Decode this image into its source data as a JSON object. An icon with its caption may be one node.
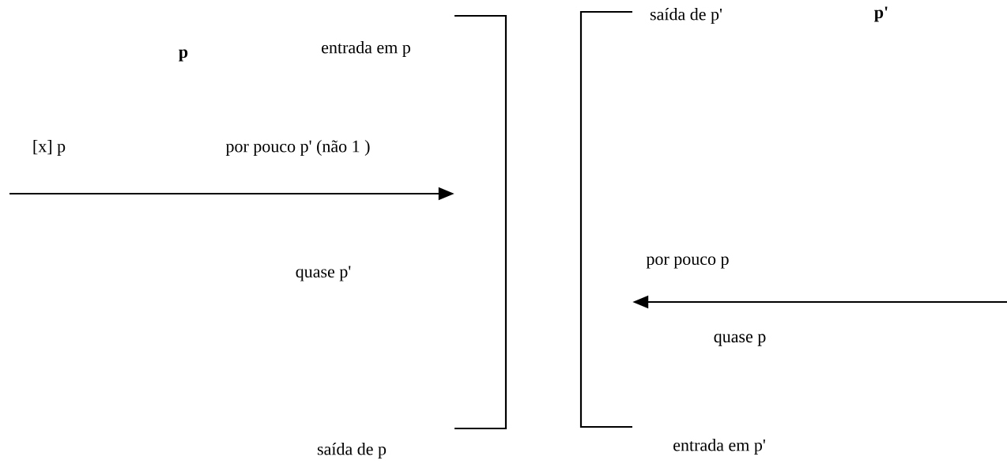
{
  "diagram": {
    "nodes": [
      {
        "text": [],
        "shape": "bracket"
      },
      {
        "text": [],
        "shape": "bracket"
      }
    ],
    "edges": [
      {
        "from": null,
        "to": 0,
        "arrow": "to"
      },
      {
        "from": null,
        "to": 1,
        "arrow": "to"
      }
    ],
    "labels": [
      "p",
      "entrada em p",
      "[x] p",
      "por pouco p' (não 1 )",
      "quase p'",
      "saída de p",
      "saída de p'",
      "p'",
      "por pouco p",
      "quase p",
      "entrada em p'"
    ]
  }
}
